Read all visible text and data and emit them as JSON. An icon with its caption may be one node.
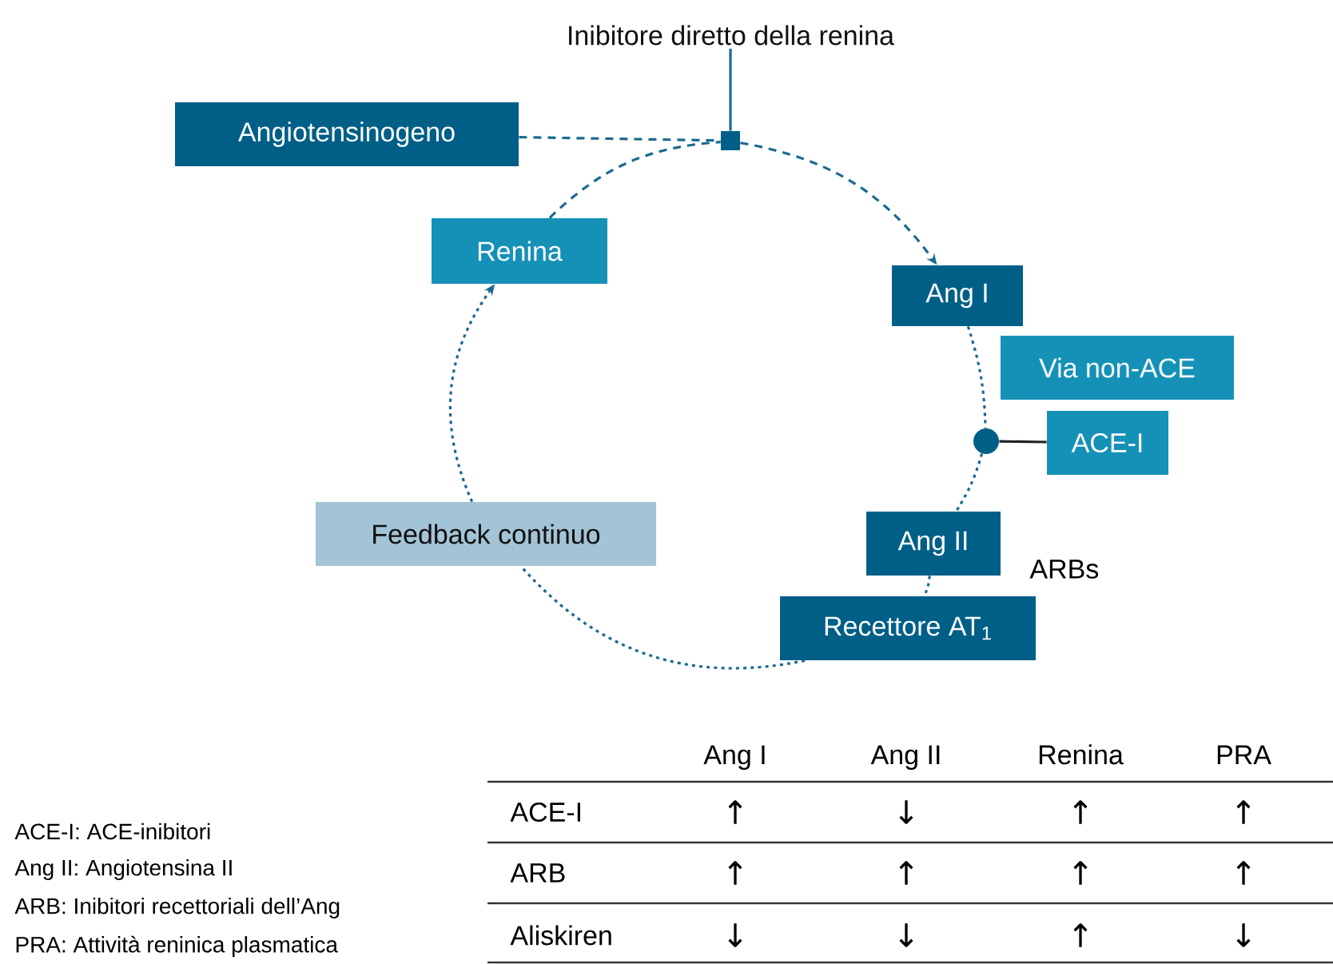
{
  "diagram": {
    "nodes": [
      {
        "text": [
          "Angiotensinogeno"
        ]
      },
      {
        "text": [
          "Inibitore diretto della renina"
        ]
      },
      {
        "text": [],
        "shape": "box"
      },
      {
        "text": [
          "Renina"
        ]
      },
      {
        "text": [
          "Ang I"
        ]
      },
      {
        "text": [
          "Via non-ACE"
        ]
      },
      {
        "text": [],
        "shape": "circle"
      },
      {
        "text": [
          "ACE-I"
        ]
      },
      {
        "text": [
          "Feedback continuo"
        ]
      },
      {
        "text": [
          "Ang II"
        ]
      },
      {
        "text": [
          "Recettore AT$_{1}$"
        ]
      }
    ],
    "edges": [
      {
        "from": 0,
        "to": 2,
        "arrow": "none",
        "style": "dashed"
      },
      {
        "from": 1,
        "to": 2,
        "arrow": "none"
      },
      {
        "from": 2,
        "to": 4,
        "arrow": "to",
        "style": "dashed"
      },
      {
        "from": 3,
        "to": 2,
        "arrow": "none",
        "style": "dashed"
      },
      {
        "from": 4,
        "to": 6,
        "arrow": "none",
        "style": "dashed"
      },
      {
        "from": 6,
        "to": 9,
        "arrow": "none",
        "style": "dashed"
      },
      {
        "from": 6,
        "to": 7,
        "arrow": "none",
        "color": "#222222"
      },
      {
        "from": 9,
        "to": 10,
        "arrow": "none",
        "style": "dashed"
      },
      {
        "from": 10,
        "to": 8,
        "arrow": "none",
        "style": "dashed"
      },
      {
        "from": 8,
        "to": 3,
        "arrow": "to",
        "style": "dashed"
      }
    ],
    "labels": [
      "ARBs",
      "Ang I",
      "Ang II",
      "Renina",
      "PRA",
      "ACE-I",
      "↑",
      "↓",
      "↑",
      "↑",
      "ARB",
      "↑",
      "↑",
      "↑",
      "↑",
      "Aliskiren",
      "↓",
      "↓",
      "↑",
      "↓",
      "ACE-I: ACE-inibitori",
      "Ang II: Angiotensina II",
      "ARB: Inibitori recettoriali dell’Ang",
      "PRA: Attività reninica plasmatica"
    ]
  }
}
